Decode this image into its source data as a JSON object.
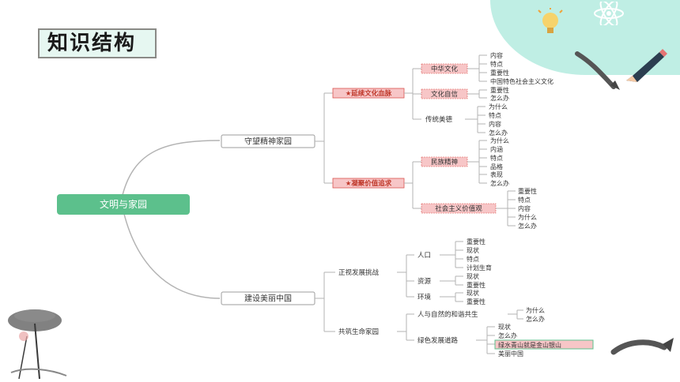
{
  "page_title": "知识结构",
  "root": "文明与家园",
  "branch1": {
    "label": "守望精神家园",
    "groups": [
      {
        "label": "★延续文化血脉",
        "children": [
          {
            "label": "中华文化",
            "items": [
              "内容",
              "特点",
              "重要性",
              "中国特色社会主义文化"
            ]
          },
          {
            "label": "文化自信",
            "items": [
              "重要性",
              "怎么办"
            ]
          },
          {
            "label": "传统美德",
            "items": [
              "为什么",
              "特点",
              "内容",
              "怎么办"
            ]
          }
        ]
      },
      {
        "label": "★凝聚价值追求",
        "children": [
          {
            "label": "民族精神",
            "items": [
              "为什么",
              "内涵",
              "特点",
              "品格",
              "表现",
              "怎么办"
            ]
          },
          {
            "label": "社会主义价值观",
            "items": [
              "重要性",
              "特点",
              "内容",
              "为什么",
              "怎么办"
            ]
          }
        ]
      }
    ]
  },
  "branch2": {
    "label": "建设美丽中国",
    "groups": [
      {
        "label": "正视发展挑战",
        "children": [
          {
            "label": "人口",
            "items": [
              "重要性",
              "现状",
              "特点",
              "计划生育"
            ]
          },
          {
            "label": "资源",
            "items": [
              "现状",
              "重要性"
            ]
          },
          {
            "label": "环境",
            "items": [
              "现状",
              "重要性"
            ]
          }
        ]
      },
      {
        "label": "共筑生命家园",
        "children": [
          {
            "label": "人与自然的和谐共生",
            "items": [
              "为什么",
              "怎么办"
            ]
          },
          {
            "label": "绿色发展道路",
            "items": [
              "现状",
              "怎么办",
              "绿水青山就是金山银山",
              "美丽中国"
            ]
          }
        ]
      }
    ]
  },
  "colors": {
    "root_fill": "#5cc08c",
    "accent_fill": "#f7c6c7",
    "accent_border": "#d9534f",
    "line": "#b3b3b3",
    "green_line": "#5cc08c",
    "topbar": "#5cc08c"
  }
}
